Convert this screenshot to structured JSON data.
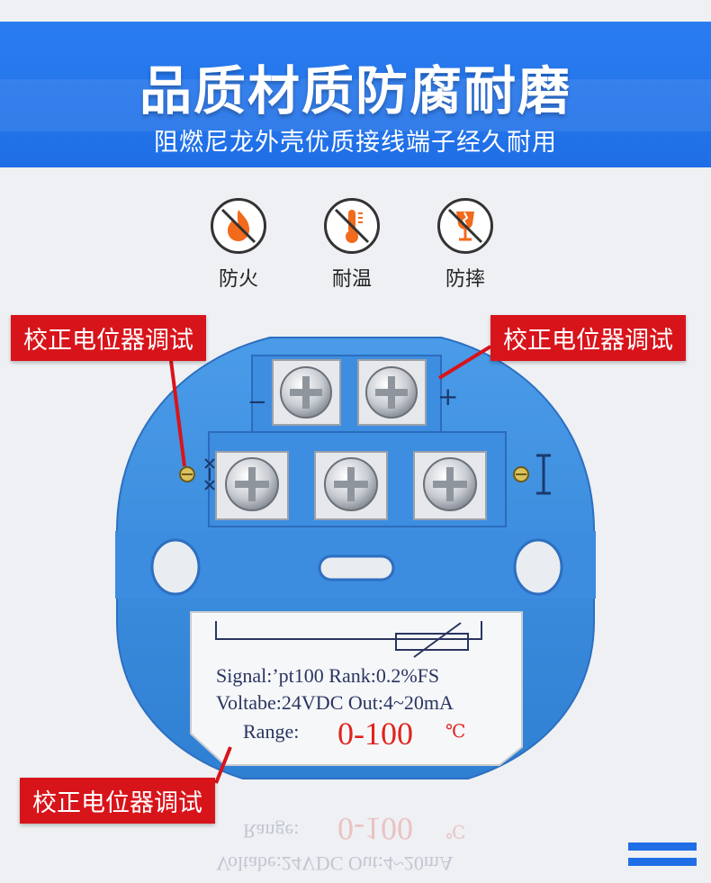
{
  "banner": {
    "title": "品质材质防腐耐磨",
    "subtitle": "阻燃尼龙外壳优质接线端子经久耐用"
  },
  "features": [
    {
      "icon": "no-fire-icon",
      "label": "防火"
    },
    {
      "icon": "no-thermometer-icon",
      "label": "耐温"
    },
    {
      "icon": "no-broken-glass-icon",
      "label": "防摔"
    }
  ],
  "callouts": {
    "left_top": "校正电位器调试",
    "right_top": "校正电位器调试",
    "bottom": "校正电位器调试"
  },
  "terminals": {
    "minus": "−",
    "plus": "+"
  },
  "nameplate": {
    "signal_line": "Signal:’pt100 Rank:0.2%FS",
    "voltage_line": "Voltabe:24VDC Out:4~20mA",
    "range_label": "Range:",
    "range_value": "0-100",
    "range_unit": "℃"
  },
  "reflection": {
    "range_label": "Range:",
    "range_value": "0-100",
    "range_unit": "℃",
    "voltage_line": "Voltabe:24VDC Out:4~20mA"
  },
  "colors": {
    "banner_blue": "#1f6ee6",
    "device_blue": "#3b8ee0",
    "callout_red": "#d8141b",
    "range_red": "#e0241d"
  }
}
